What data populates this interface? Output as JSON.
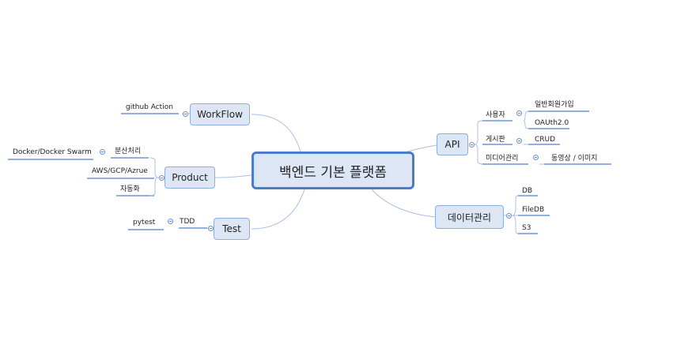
{
  "root": {
    "label": "백엔드 기본 플랫폼"
  },
  "branches": {
    "workflow": {
      "label": "WorkFlow",
      "children": [
        "github Action"
      ]
    },
    "product": {
      "label": "Product",
      "children": [
        {
          "label": "분산처리",
          "children": [
            "Docker/Docker Swarm"
          ]
        },
        {
          "label": "AWS/GCP/Azrue"
        },
        {
          "label": "자동화"
        }
      ]
    },
    "test": {
      "label": "Test",
      "children": [
        {
          "label": "TDD",
          "children": [
            "pytest"
          ]
        }
      ]
    },
    "api": {
      "label": "API",
      "children": [
        {
          "label": "사용자",
          "children": [
            "일반회원가입",
            "OAUth2.0"
          ]
        },
        {
          "label": "게시판",
          "children": [
            "CRUD"
          ]
        },
        {
          "label": "미디어관리",
          "children": [
            "동영상 / 이미지"
          ]
        }
      ]
    },
    "data": {
      "label": "데이터관리",
      "children": [
        "DB",
        "FileDB",
        "S3"
      ]
    }
  },
  "colors": {
    "line": "#6f95d3",
    "connector": "#a9bfe3",
    "node_fill": "#dce6f4",
    "root_border": "#4a7cc9"
  }
}
